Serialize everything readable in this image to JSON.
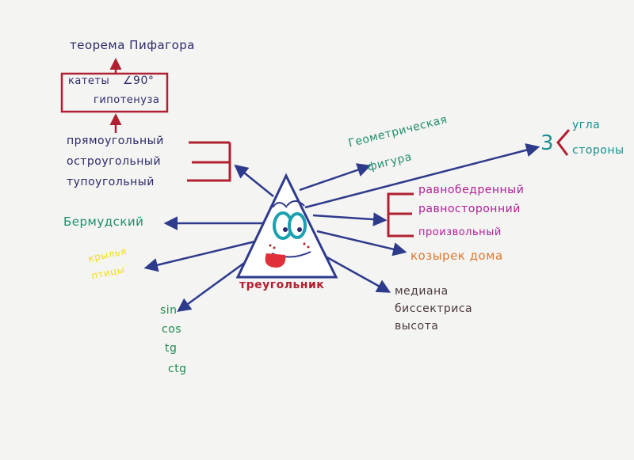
{
  "diagram": {
    "center_label": "треугольник",
    "pythagoras": "теорема Пифагора",
    "box": {
      "legs": "катеты",
      "angle": "∠90°",
      "hypotenuse": "гипотенуза"
    },
    "types_by_angle": [
      "прямоугольный",
      "остроугольный",
      "тупоугольный"
    ],
    "bermuda": "Бермудский",
    "yellow_note": [
      "крылья",
      "птицы"
    ],
    "trig": [
      "sin",
      "cos",
      "tg",
      "ctg"
    ],
    "geometric_figure": [
      "Геометрическая",
      "фигура"
    ],
    "three_prefix": "3",
    "three_items": [
      "угла",
      "стороны"
    ],
    "types_by_sides": [
      "равнобедренный",
      "равносторонний",
      "произвольный"
    ],
    "roof": "козырек дома",
    "segments": [
      "медиана",
      "биссектриса",
      "высота"
    ],
    "colors": {
      "arrow": "#2e3a8c",
      "red": "#b02030",
      "triangle_fill": "#ffffff",
      "eye": "#1aa0b0",
      "tongue": "#e0303a"
    }
  }
}
